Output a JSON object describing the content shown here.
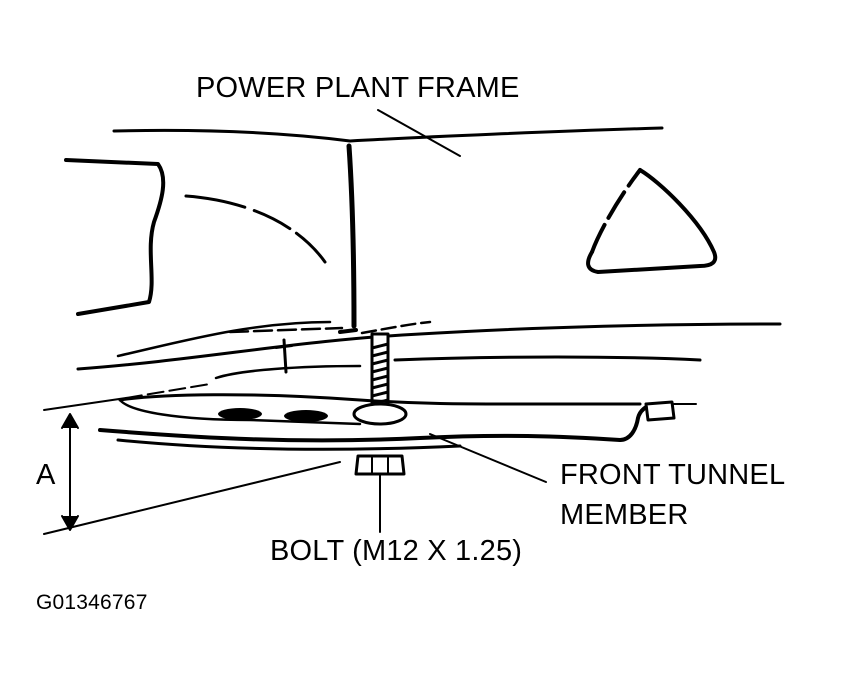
{
  "labels": {
    "power_plant_frame": "POWER PLANT FRAME",
    "front_tunnel_member_line1": "FRONT TUNNEL",
    "front_tunnel_member_line2": "MEMBER",
    "bolt": "BOLT (M12 X 1.25)",
    "dimension_a": "A",
    "figure_id": "G01346767"
  },
  "colors": {
    "ink": "#000000",
    "background": "#ffffff"
  }
}
